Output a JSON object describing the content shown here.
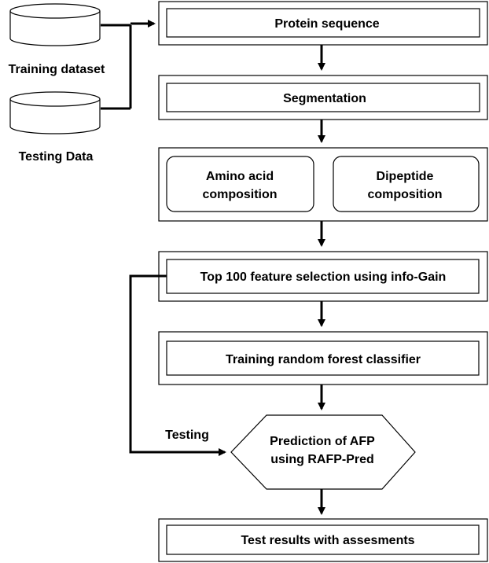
{
  "datasets": {
    "training_label": "Training dataset",
    "testing_label": "Testing Data"
  },
  "steps": {
    "protein_sequence": "Protein sequence",
    "segmentation": "Segmentation",
    "amino_acid_line1": "Amino acid",
    "amino_acid_line2": "composition",
    "dipeptide_line1": "Dipeptide",
    "dipeptide_line2": "composition",
    "feature_selection": "Top 100 feature selection using info-Gain",
    "training_classifier": "Training random forest classifier",
    "prediction_line1": "Prediction of AFP",
    "prediction_line2": "using RAFP-Pred",
    "test_results": "Test results with assesments"
  },
  "edges": {
    "testing_label": "Testing"
  },
  "colors": {
    "stroke": "#000000",
    "background": "#ffffff"
  }
}
